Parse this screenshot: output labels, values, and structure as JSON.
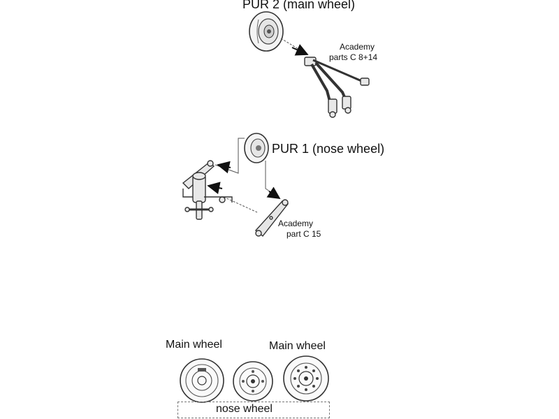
{
  "labels": {
    "pur2": "PUR 2 (main wheel)",
    "pur2_parts_line1": "Academy",
    "pur2_parts_line2": "parts C 8+14",
    "pur1": "PUR 1 (nose wheel)",
    "pur1_parts_line1": "Academy",
    "pur1_parts_line2": "part C 15",
    "main_wheel_left": "Main wheel",
    "main_wheel_right": "Main wheel",
    "nose_wheel": "nose wheel"
  },
  "colors": {
    "ink": "#111111",
    "line": "#555555",
    "fill": "#e6e6e6"
  }
}
